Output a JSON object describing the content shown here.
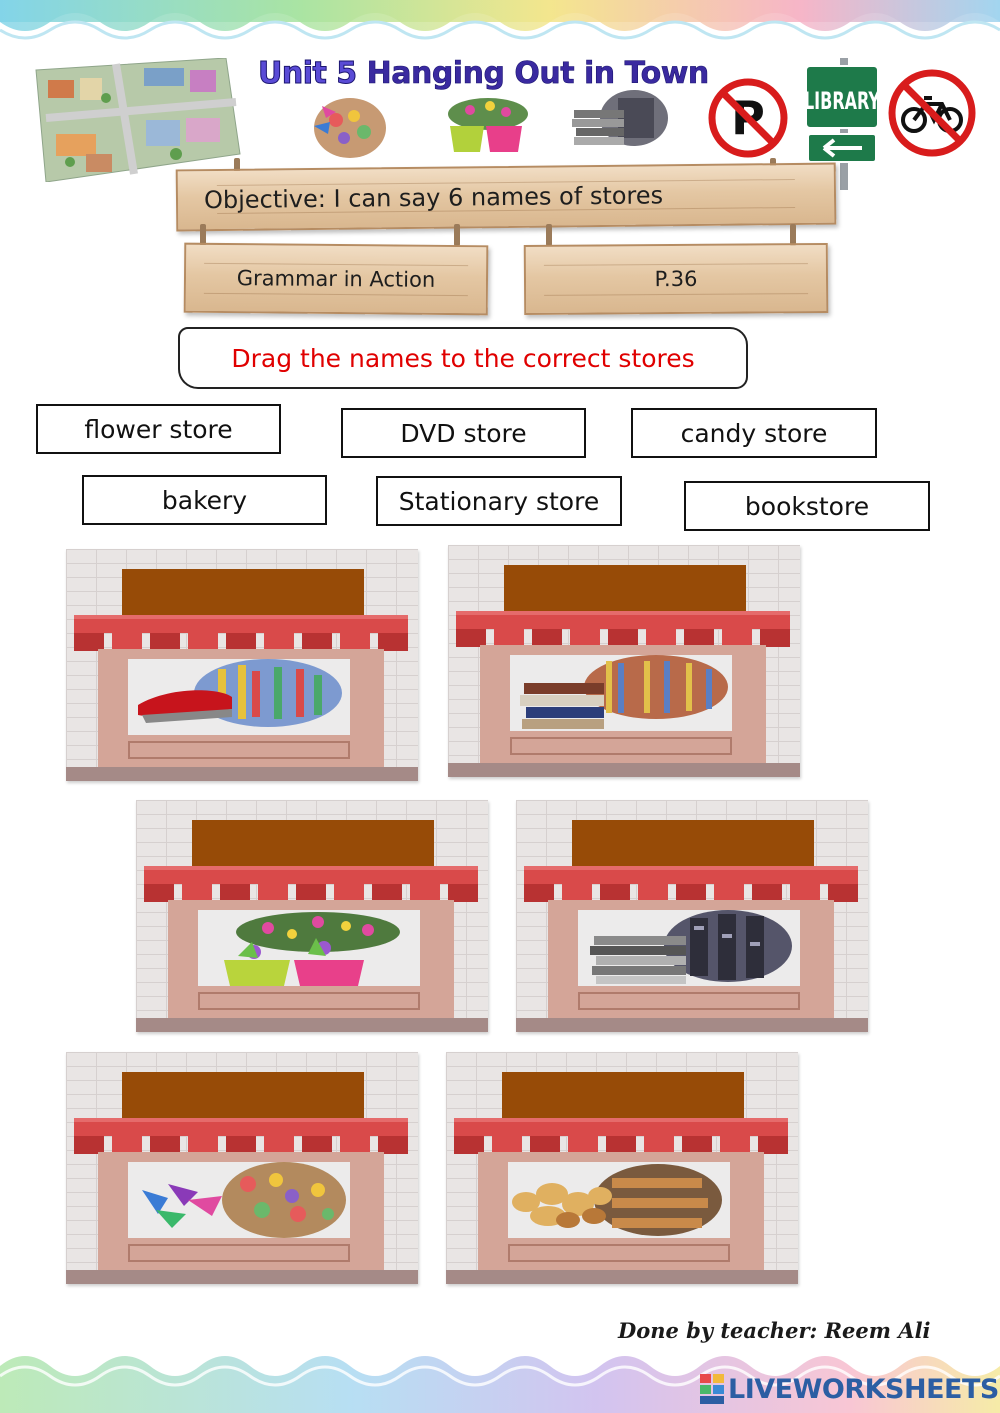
{
  "header": {
    "unit_label": "Unit 5",
    "title": "Hanging Out in Town",
    "sign_library": "LIBRARY",
    "sign_parking": "P"
  },
  "objective_sign": {
    "text": "Objective: I can say 6 names of stores"
  },
  "section_signs": {
    "left": "Grammar in Action",
    "right": "P.36"
  },
  "instruction": "Drag the names to the correct stores",
  "labels": [
    "flower store",
    "DVD store",
    "candy store",
    "bakery",
    "Stationary store",
    "bookstore"
  ],
  "stores": [
    {
      "image": "stapler-and-stationery-shelves-icon"
    },
    {
      "image": "books-and-bookshelves-icon"
    },
    {
      "image": "flower-pots-and-flowers-icon"
    },
    {
      "image": "dvd-stack-and-dvd-racks-icon"
    },
    {
      "image": "wrapped-candy-and-candy-jars-icon"
    },
    {
      "image": "bread-and-bakery-shelves-icon"
    }
  ],
  "footer": {
    "credit": "Done by teacher: Reem Ali",
    "brand": "LIVEWORKSHEETS"
  },
  "colors": {
    "title": "#3a2aa0",
    "instruction": "#e00000",
    "awning": "#d94a4a",
    "store_sign": "#974b07",
    "wood": "#e4c7a3",
    "brand": "#2c5ea3"
  }
}
